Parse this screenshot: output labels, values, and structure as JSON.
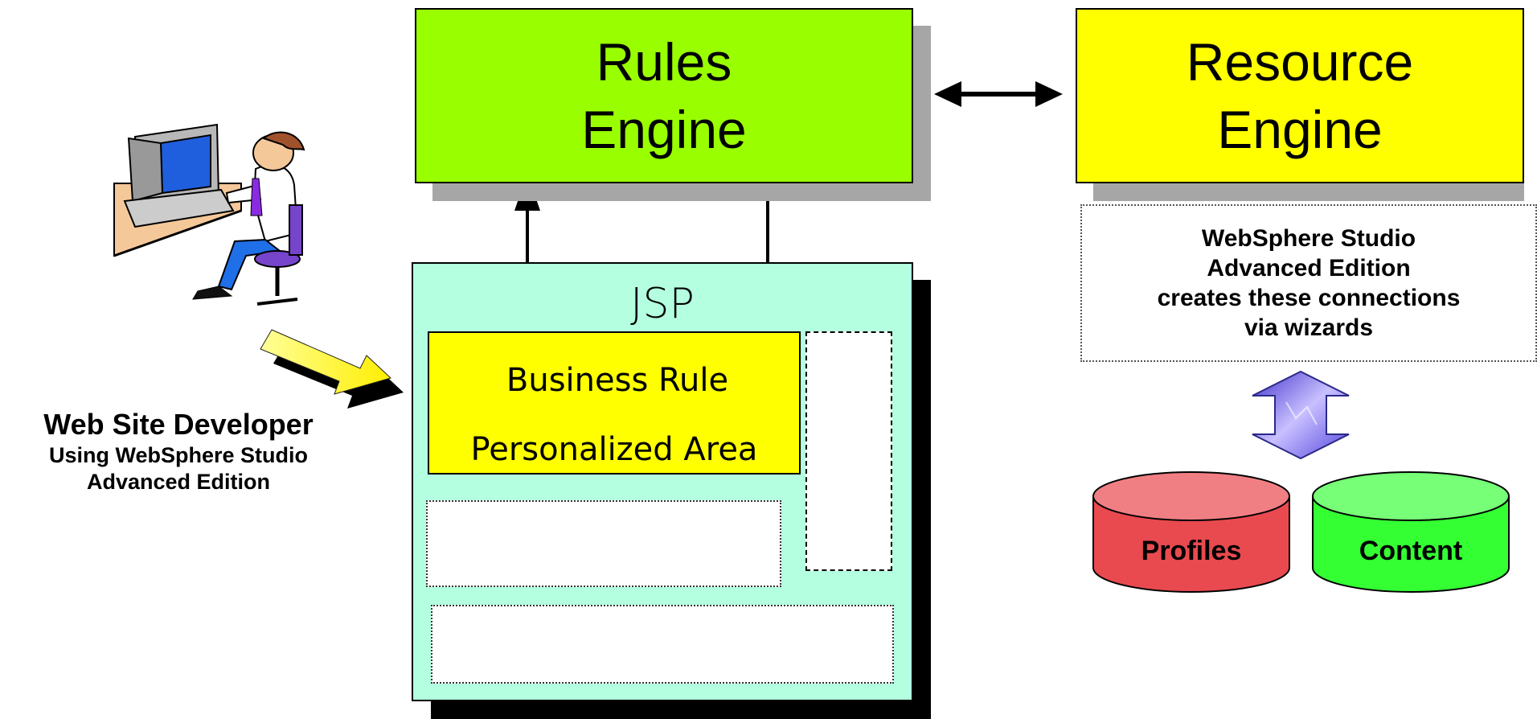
{
  "rules_engine": {
    "line1": "Rules",
    "line2": "Engine",
    "color": "#99ff00"
  },
  "resource_engine": {
    "line1": "Resource",
    "line2": "Engine",
    "color": "#ffff00"
  },
  "jsp": {
    "label": "JSP",
    "color": "#b3ffe0"
  },
  "personalized_area": {
    "label": "Personalized Area",
    "color": "#ffff00"
  },
  "business_rule": {
    "label": "Business Rule",
    "color": "#99ff33"
  },
  "wizard_note": {
    "lines": [
      "WebSphere Studio",
      "Advanced Edition",
      "creates these connections",
      "via wizards"
    ]
  },
  "developer": {
    "title": "Web Site Developer",
    "lines": [
      "Using WebSphere Studio",
      "Advanced Edition"
    ]
  },
  "databases": [
    {
      "label": "Profiles",
      "color": "#e84a4f"
    },
    {
      "label": "Content",
      "color": "#33ff33"
    }
  ]
}
